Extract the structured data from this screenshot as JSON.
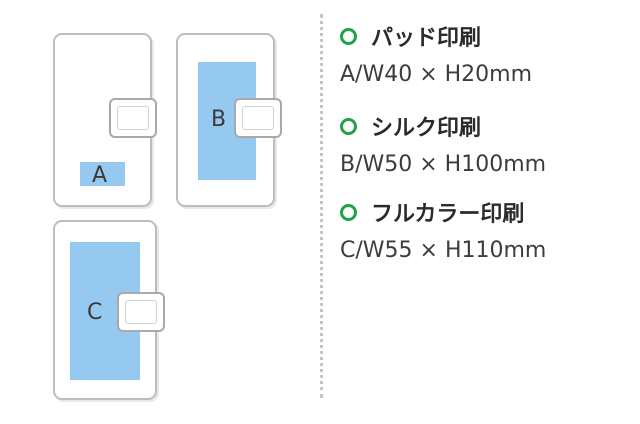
{
  "illustrations": {
    "a_label": "A",
    "b_label": "B",
    "c_label": "C"
  },
  "print_methods": [
    {
      "name": "パッド印刷",
      "size": "A/W40 × H20mm"
    },
    {
      "name": "シルク印刷",
      "size": "B/W50 × H100mm"
    },
    {
      "name": "フルカラー印刷",
      "size": "C/W55 × H110mm"
    }
  ],
  "colors": {
    "print_area": "#96c9f0",
    "bullet_ring": "#21a348",
    "outline": "#bdbdbd"
  },
  "icons": [
    "ring-bullet-icon",
    "smartphone-case-icon"
  ]
}
